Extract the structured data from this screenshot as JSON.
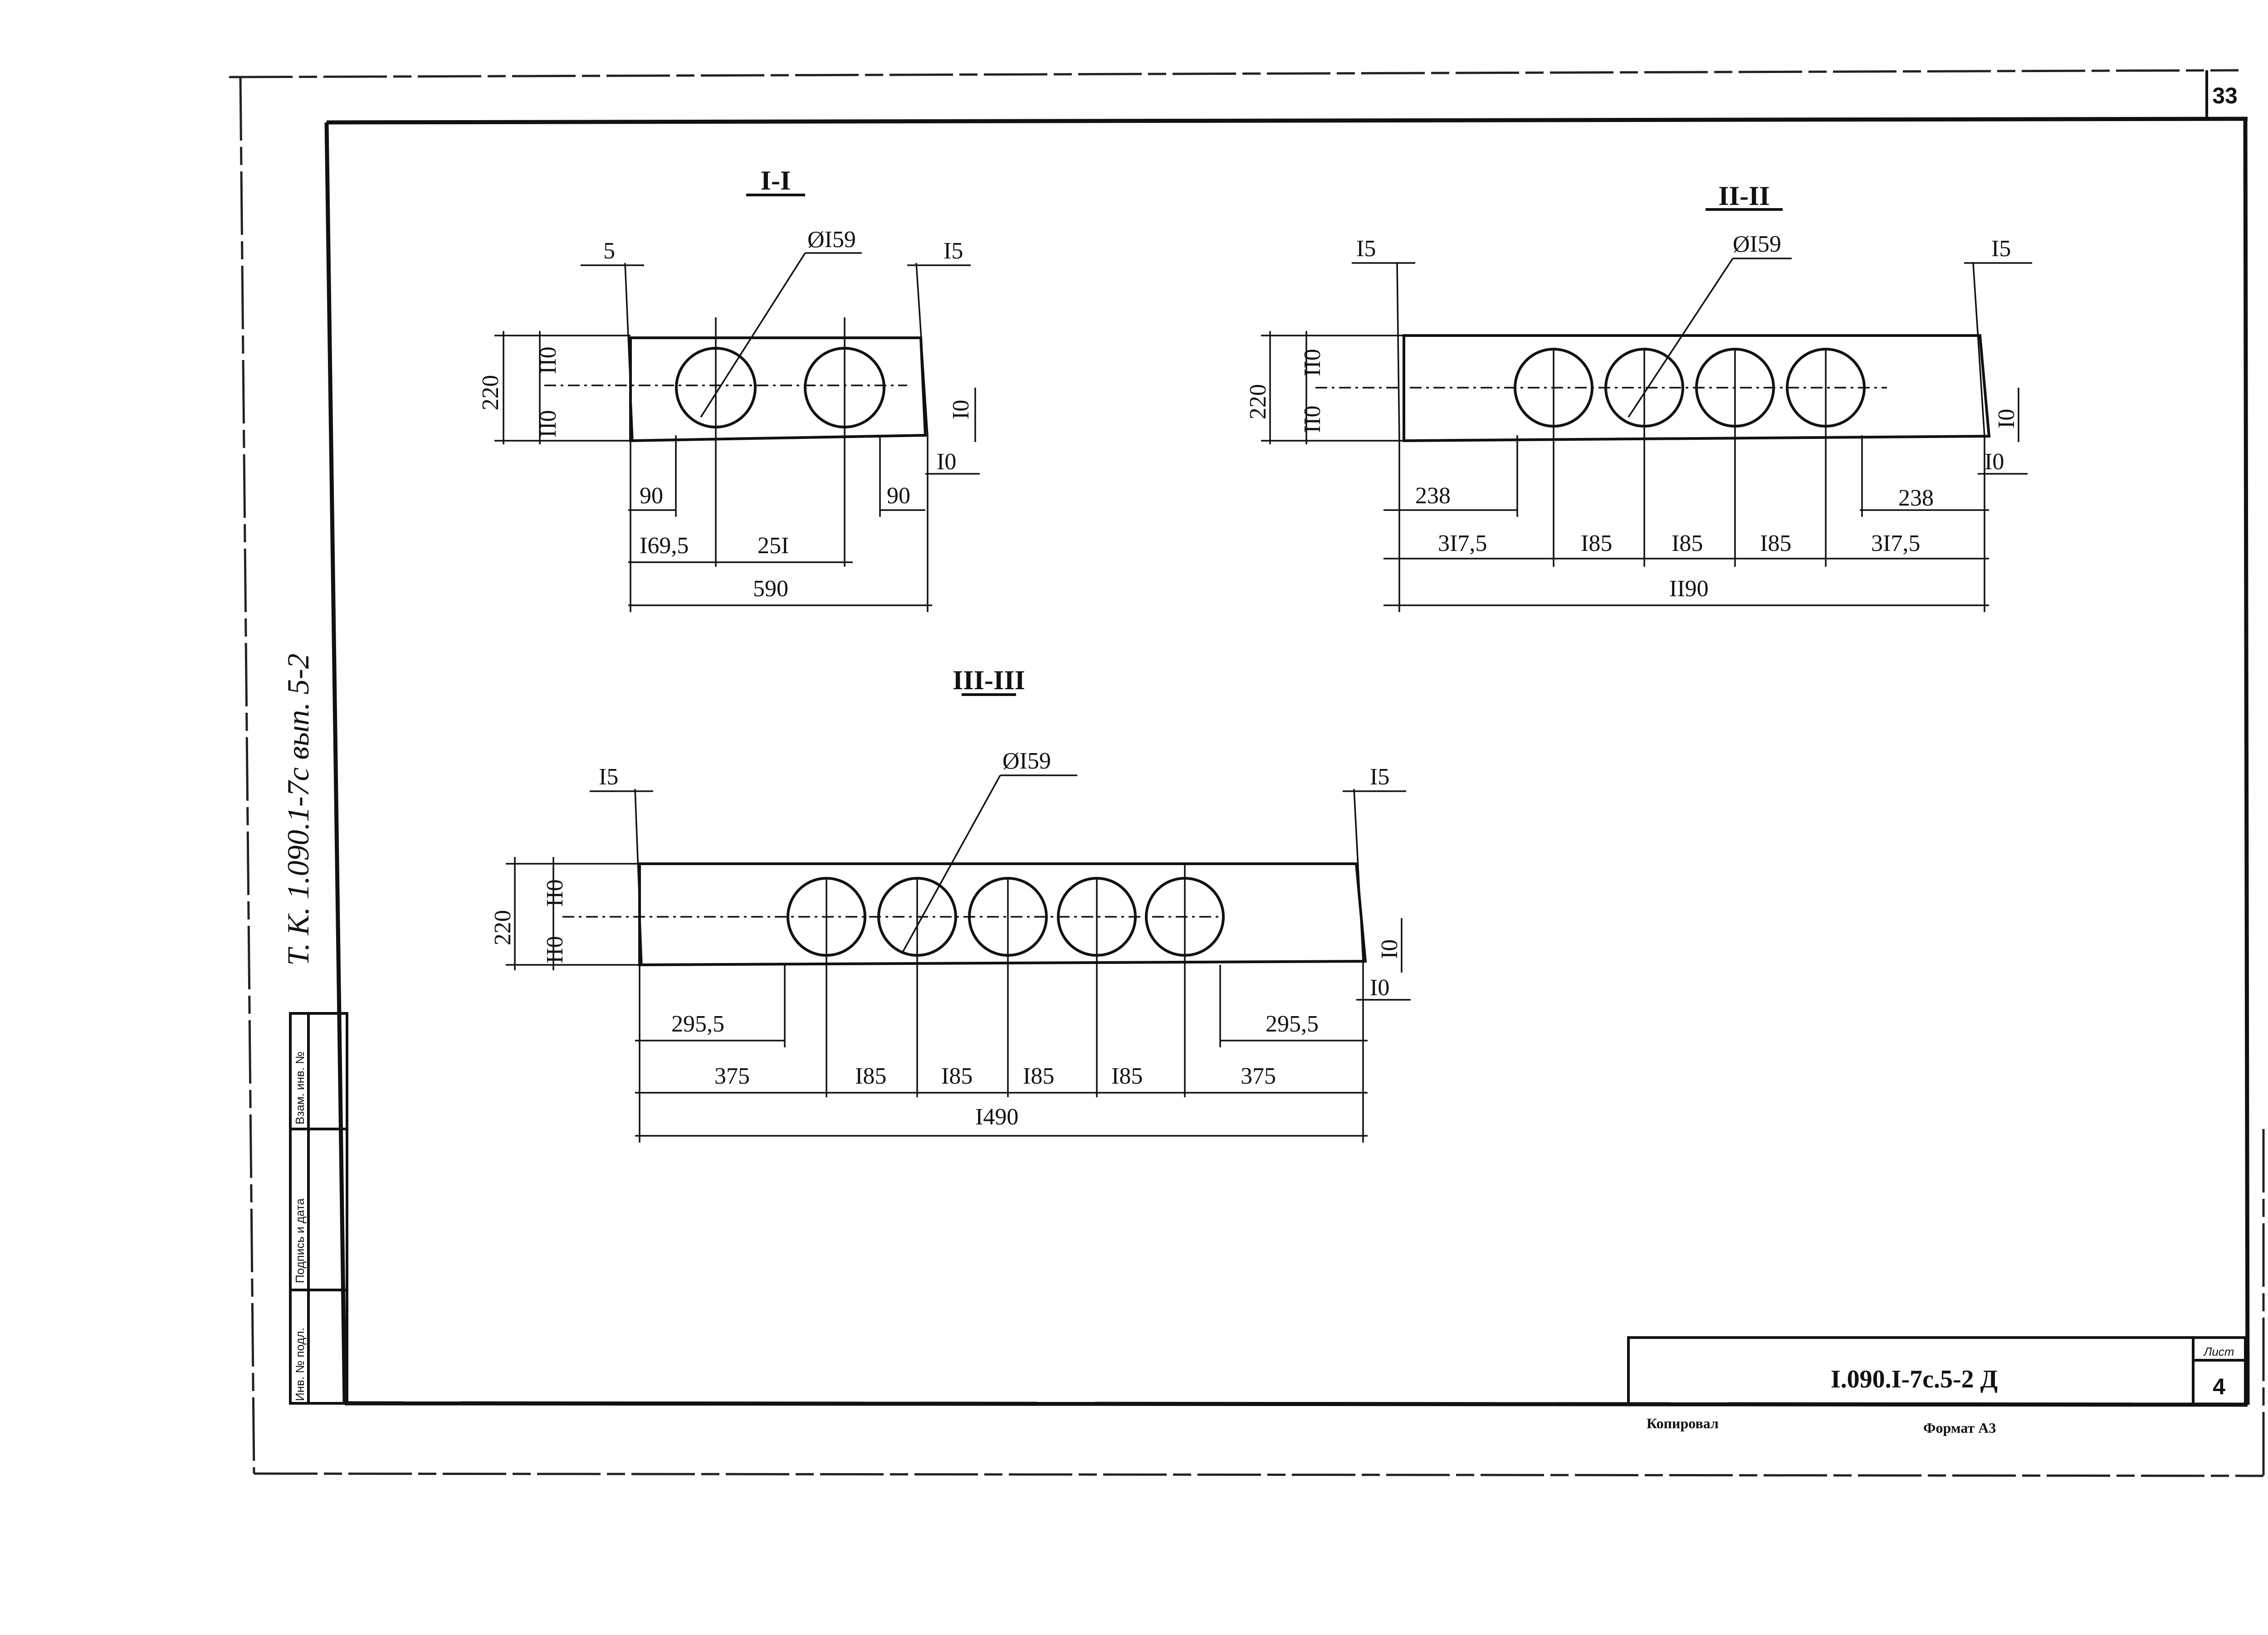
{
  "page_number": "33",
  "side_text": "Т. К.   1.090.1-7с   вып. 5-2",
  "stamp_columns": [
    "Инв. № подл.",
    "Подпись и дата",
    "Взам. инв. №"
  ],
  "title_block": {
    "code": "I.090.I-7c.5-2  Д",
    "sheet_label": "Лист",
    "sheet_number": "4"
  },
  "footer": {
    "copied": "Копировал",
    "format": "Формат А3"
  },
  "sections": [
    {
      "title": "I-I",
      "hole": "ØI59",
      "dims": {
        "top_left": "5",
        "top_right": "I5",
        "height": "220",
        "h_top": "II0",
        "h_bot": "II0",
        "side_a": "I0",
        "side_b": "I0",
        "edge_l": "90",
        "edge_r": "90",
        "row2": [
          "I69,5",
          "25I"
        ],
        "total": "590"
      }
    },
    {
      "title": "II-II",
      "hole": "ØI59",
      "dims": {
        "top_left": "I5",
        "top_right": "I5",
        "height": "220",
        "h_top": "II0",
        "h_bot": "II0",
        "side_a": "I0",
        "side_b": "I0",
        "edge_l": "238",
        "edge_r": "238",
        "row2": [
          "3I7,5",
          "I85",
          "I85",
          "I85",
          "3I7,5"
        ],
        "total": "II90"
      }
    },
    {
      "title": "III-III",
      "hole": "ØI59",
      "dims": {
        "top_left": "I5",
        "top_right": "I5",
        "height": "220",
        "h_top": "II0",
        "h_bot": "II0",
        "side_a": "I0",
        "side_b": "I0",
        "edge_l": "295,5",
        "edge_r": "295,5",
        "row2": [
          "375",
          "I85",
          "I85",
          "I85",
          "I85",
          "375"
        ],
        "total": "I490"
      }
    }
  ]
}
